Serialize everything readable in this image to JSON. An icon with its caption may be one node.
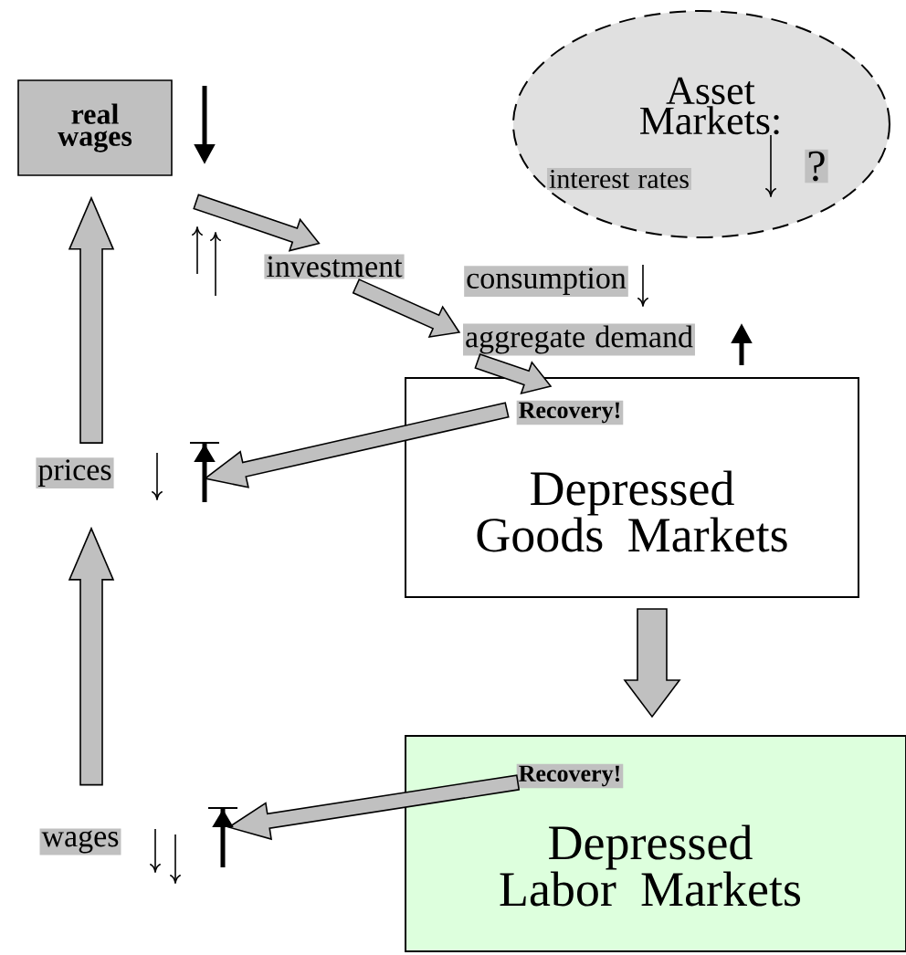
{
  "diagram": {
    "nodes": [
      {
        "text": [
          "real wages"
        ]
      },
      {
        "text": [
          "Asset Markets:",
          "interest rates",
          "?"
        ]
      },
      {
        "text": [
          "investment"
        ]
      },
      {
        "text": [
          "consumption"
        ]
      },
      {
        "text": [
          "aggregate demand"
        ]
      },
      {
        "text": [
          "Recovery!",
          "Depressed Goods Markets"
        ]
      },
      {
        "text": [
          "prices"
        ]
      },
      {
        "text": [
          "Recovery!",
          "Depressed Labor Markets"
        ]
      },
      {
        "text": [
          "wages"
        ]
      }
    ],
    "edges": [
      {
        "from": 0,
        "to": 2,
        "arrow": "to"
      },
      {
        "from": 2,
        "to": 4,
        "arrow": "to"
      },
      {
        "from": 4,
        "to": 5,
        "arrow": "to"
      },
      {
        "from": 5,
        "to": 6,
        "arrow": "to"
      },
      {
        "from": 5,
        "to": 7,
        "arrow": "to"
      },
      {
        "from": 7,
        "to": 8,
        "arrow": "to"
      },
      {
        "from": 8,
        "to": 6,
        "arrow": "to"
      },
      {
        "from": 6,
        "to": 0,
        "arrow": "to"
      }
    ]
  }
}
